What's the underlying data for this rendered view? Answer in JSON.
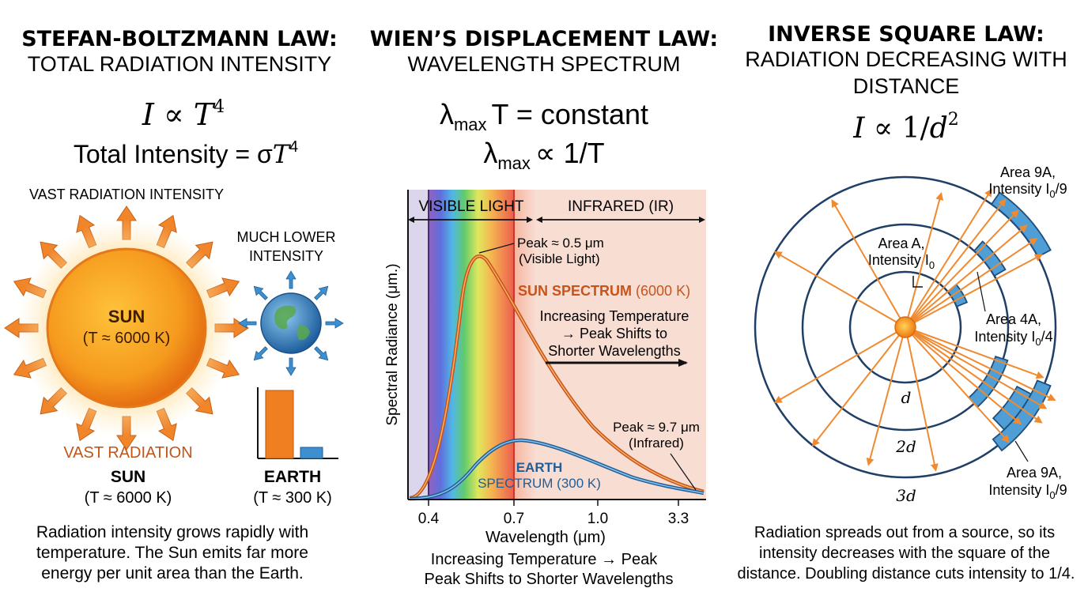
{
  "colors": {
    "sun_fill": "#f08a1c",
    "arrow_orange": "#f0852a",
    "earth_blue": "#2f7fc0",
    "sun_curve": "#c8541a",
    "earth_curve": "#1f5e98",
    "ir_band": "#f7d7cc",
    "shell_blue": "#4f9fd6"
  },
  "panel1": {
    "title_line1": "STEFAN-BOLTZMANN LAW:",
    "title_line2": "TOTAL RADIATION INTENSITY",
    "eq1_lhs": "I",
    "eq1_rhs": "T",
    "eq1_exp": "4",
    "eq2_prefix": "Total Intensity = σ",
    "eq2_var": "T",
    "eq2_exp": "4",
    "label_vast_intensity": "VAST RADIATION INTENSITY",
    "label_much_lower_1": "MUCH LOWER",
    "label_much_lower_2": "INTENSITY",
    "sun_name": "SUN",
    "sun_temp": "(T ≈ 6000 K)",
    "label_vast_radiation": "VAST RADIATION",
    "sun_caption_name": "SUN",
    "sun_caption_temp": "(T ≈ 6000 K)",
    "earth_caption_name": "EARTH",
    "earth_caption_temp": "(T ≈ 300 K)",
    "desc_line1": "Radiation intensity grows rapidly with",
    "desc_line2": "temperature. The Sun emits far more",
    "desc_line3": "energy per unit area than the Earth."
  },
  "panel2": {
    "title_line1": "WIEN’S DISPLACEMENT LAW:",
    "title_line2": "WAVELENGTH SPECTRUM",
    "eq1_sym": "λ",
    "eq1_sub": "max",
    "eq1_rest": "T = constant",
    "eq2_sym": "λ",
    "eq2_sub": "max",
    "eq2_rest": "∝ 1/T",
    "band_visible": "VISIBLE LIGHT",
    "band_ir": "INFRARED (IR)",
    "sun_peak_1": "Peak ≈ 0.5 μm",
    "sun_peak_2": "(Visible Light)",
    "sun_spectrum_name": "SUN SPECTRUM",
    "sun_spectrum_temp": "(6000 K)",
    "shift_1": "Increasing Temperature",
    "shift_2": "→ Peak Shifts to",
    "shift_3": "Shorter Wavelengths",
    "earth_peak_1": "Peak ≈ 9.7 μm",
    "earth_peak_2": "(Infrared)",
    "earth_spectrum_1": "EARTH",
    "earth_spectrum_2": "SPECTRUM (300 K)",
    "y_axis_label": "Spectral Radiance (μm.)",
    "x_axis_label": "Wavelength (μm)",
    "x_ticks": [
      "0.4",
      "0.7",
      "1.0",
      "3.3"
    ],
    "bottom_1": "Increasing Temperature → Peak",
    "bottom_2": "Peak Shifts to Shorter Wavelengths"
  },
  "panel3": {
    "title_line1": "INVERSE SQUARE LAW:",
    "title_line2": "RADIATION DECREASING WITH",
    "title_line3": "DISTANCE",
    "eq_lhs": "I ∝ 1/",
    "eq_var": "d",
    "eq_exp": "2",
    "area_a_1": "Area A,",
    "area_a_2": "Intensity I",
    "area_a_sub": "0",
    "area_4a_1": "Area 4A,",
    "area_4a_2": "Intensity I",
    "area_4a_sub": "0",
    "area_4a_tail": "/4",
    "area_9a_top_1": "Area 9A,",
    "area_9a_top_2": "Intensity I",
    "area_9a_top_sub": "0",
    "area_9a_top_tail": "/9",
    "area_9a_bot_1": "Area 9A,",
    "area_9a_bot_2": "Intensity I",
    "area_9a_bot_sub": "0",
    "area_9a_bot_tail": "/9",
    "dist_d": "d",
    "dist_2d": "2d",
    "dist_3d": "3d",
    "desc_line1": "Radiation spreads out from a source, so its",
    "desc_line2": "intensity decreases with the square of the",
    "desc_line3": "distance. Doubling distance cuts intensity to 1/4."
  }
}
